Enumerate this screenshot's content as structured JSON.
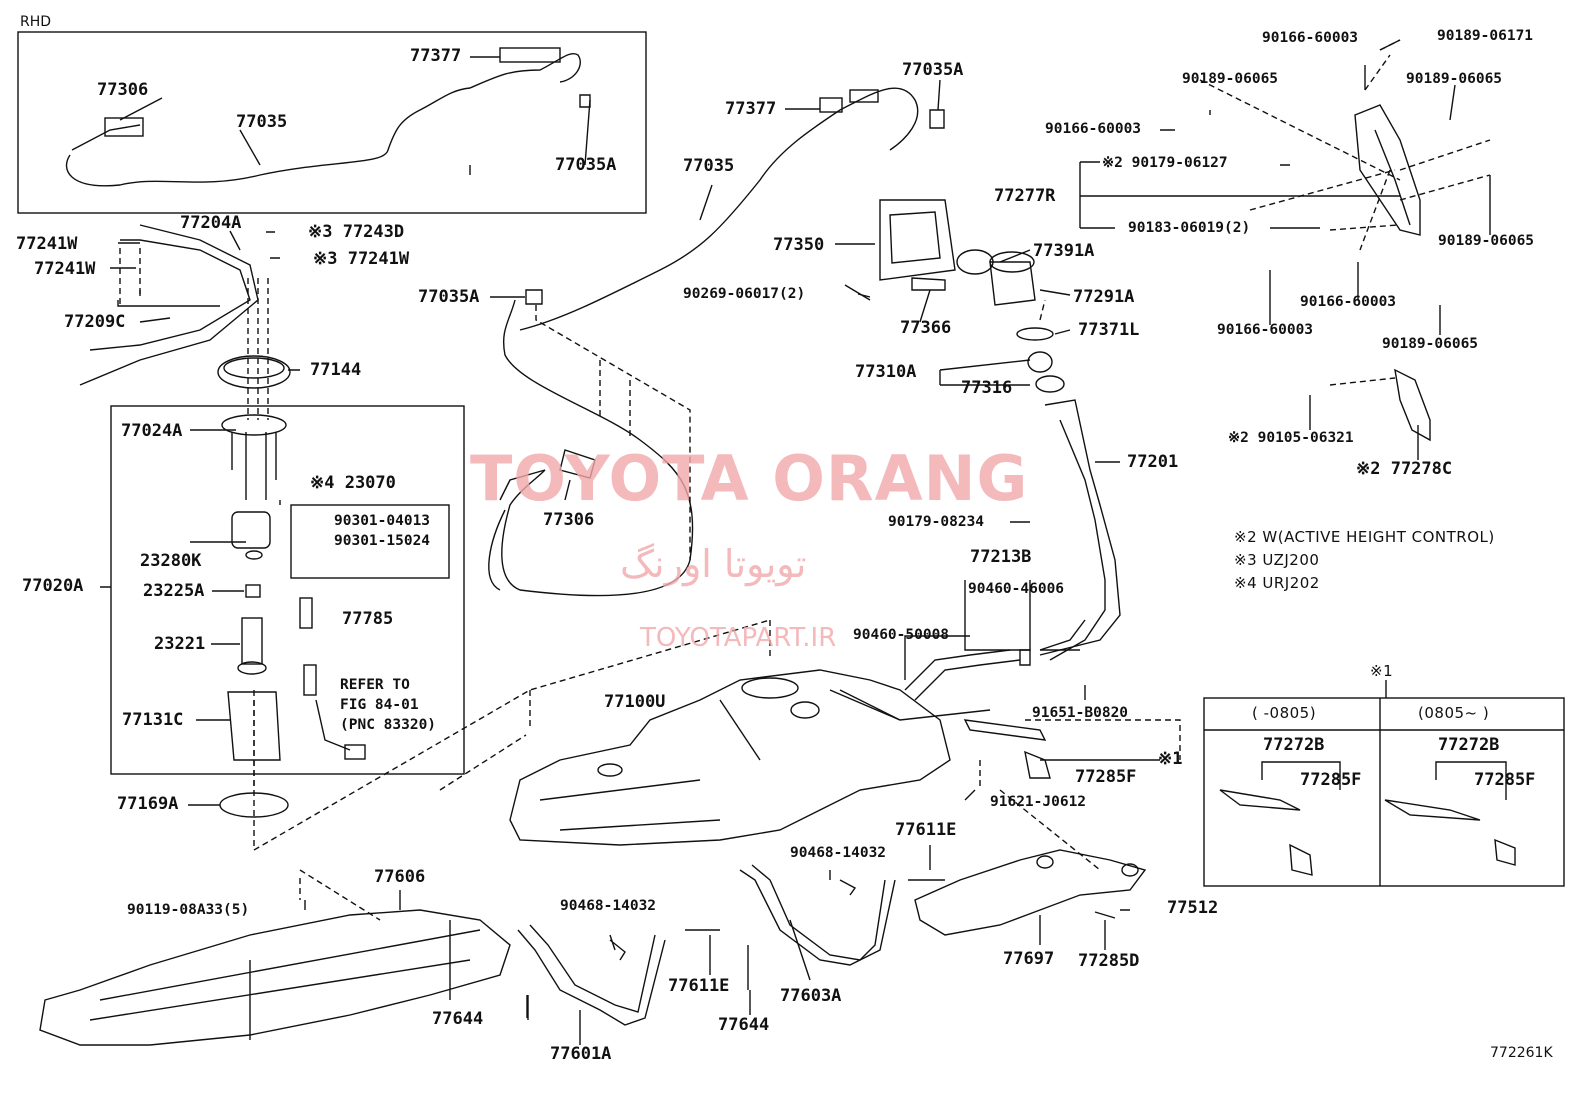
{
  "rhd_label": "RHD",
  "figure_code": "772261K",
  "watermark": {
    "brand": "TOYOTA ORANG",
    "farsi": "تویوتا اورنگ",
    "url": "TOYOTAPART.IR"
  },
  "refer_note": {
    "line1": "REFER TO",
    "line2": "FIG 84-01",
    "line3": "(PNC 83320)"
  },
  "notes": {
    "n2": "※2 W(ACTIVE HEIGHT CONTROL)",
    "n3": "※3 UZJ200",
    "n4": "※4 URJ202"
  },
  "inset": {
    "marker": "※1",
    "col1_header": "(    -0805)",
    "col2_header": "(0805~    )"
  },
  "parts": {
    "p77377_rhd": "77377",
    "p77306_rhd": "77306",
    "p77035_rhd": "77035",
    "p77035A_rhd": "77035A",
    "p77241W_a": "77241W",
    "p77241W_b": "77241W",
    "p77204A": "77204A",
    "p77243D": "※3 77243D",
    "p77241W_c": "※3 77241W",
    "p77209C": "77209C",
    "p77144": "77144",
    "p77024A": "77024A",
    "p23070": "※4 23070",
    "p90301_04013": "90301-04013",
    "p90301_15024": "90301-15024",
    "p23280K": "23280K",
    "p77020A": "77020A",
    "p23225A": "23225A",
    "p77785": "77785",
    "p23221": "23221",
    "p77131C": "77131C",
    "p77169A": "77169A",
    "p77377": "77377",
    "p77035A_top": "77035A",
    "p77035": "77035",
    "p77035A_mid": "77035A",
    "p77306": "77306",
    "p77350": "77350",
    "p90269": "90269-06017(2)",
    "p77366": "77366",
    "p77391A": "77391A",
    "p77291A": "77291A",
    "p77371L": "77371L",
    "p77310A": "77310A",
    "p77316": "77316",
    "p77201": "77201",
    "p90179_08234": "90179-08234",
    "p77213B": "77213B",
    "p90460_46006": "90460-46006",
    "p90460_50008": "90460-50008",
    "p91651": "91651-B0820",
    "p77100U": "77100U",
    "p77285F": "77285F",
    "p91621": "91621-J0612",
    "p77611E_r": "77611E",
    "p90468_r": "90468-14032",
    "p77512": "77512",
    "p77697": "77697",
    "p77285D": "77285D",
    "p77603A": "77603A",
    "p77644_r": "77644",
    "p77611E_l": "77611E",
    "p90468_l": "90468-14032",
    "p77644_l": "77644",
    "p77601A": "77601A",
    "p77606": "77606",
    "p90119": "90119-08A33(5)",
    "p90166_60003_a": "90166-60003",
    "p90189_06171": "90189-06171",
    "p90189_06065_a": "90189-06065",
    "p90189_06065_b": "90189-06065",
    "p90166_60003_b": "90166-60003",
    "p90179_06127": "※2 90179-06127",
    "p77277R": "77277R",
    "p90183_06019": "90183-06019(2)",
    "p90189_06065_c": "90189-06065",
    "p90166_60003_c": "90166-60003",
    "p90166_60003_d": "90166-60003",
    "p90189_06065_d": "90189-06065",
    "p90105_06321": "※2 90105-06321",
    "p77278C": "※2 77278C",
    "p77272B_a": "77272B",
    "p77285F_a": "77285F",
    "p77272B_b": "77272B",
    "p77285F_b": "77285F",
    "p_x1": "※1"
  }
}
